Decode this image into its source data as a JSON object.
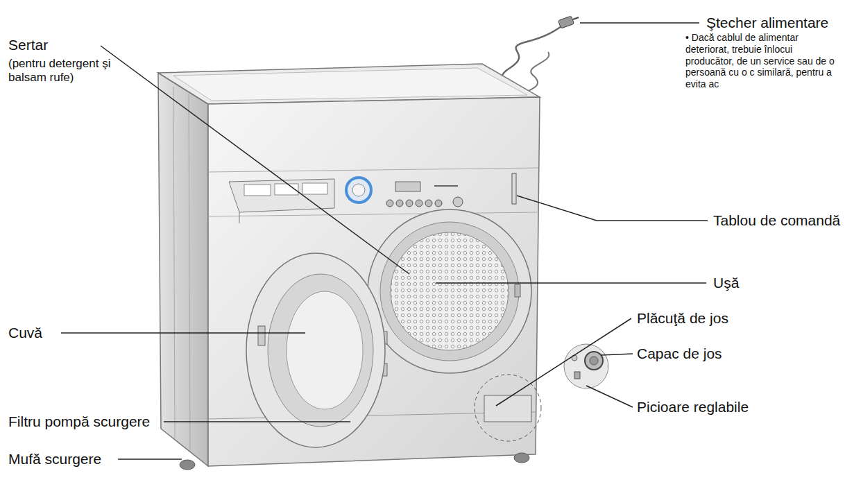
{
  "diagram": {
    "labels": [
      "Ştecher alimentare",
      "• Dacă cablul de alimentar deteriorat, trebuie înlocui producător, de un service sau de o persoană cu o c similară, pentru a evita ac",
      "Sertar",
      "(pentru detergent şi balsam rufe)",
      "Tablou de comandă",
      "Uşă",
      "Plăcuţă de jos",
      "Capac de jos",
      "Picioare reglabile",
      "Cuvă",
      "Filtru pompă scurgere",
      "Mufă scurgere"
    ]
  }
}
